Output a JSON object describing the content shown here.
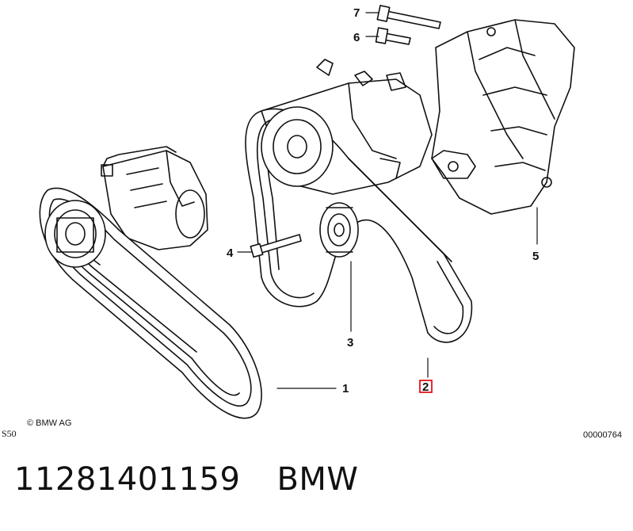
{
  "callouts": [
    "1",
    "2",
    "3",
    "4",
    "5",
    "6",
    "7"
  ],
  "highlighted_callout": "2",
  "copyright": "© BMW AG",
  "model_code": "S50",
  "diagram_number": "00000764",
  "caption": {
    "part_number": "11281401159",
    "brand": "BMW"
  },
  "colors": {
    "line": "#111111",
    "highlight": "#e0161b",
    "background": "#ffffff"
  }
}
